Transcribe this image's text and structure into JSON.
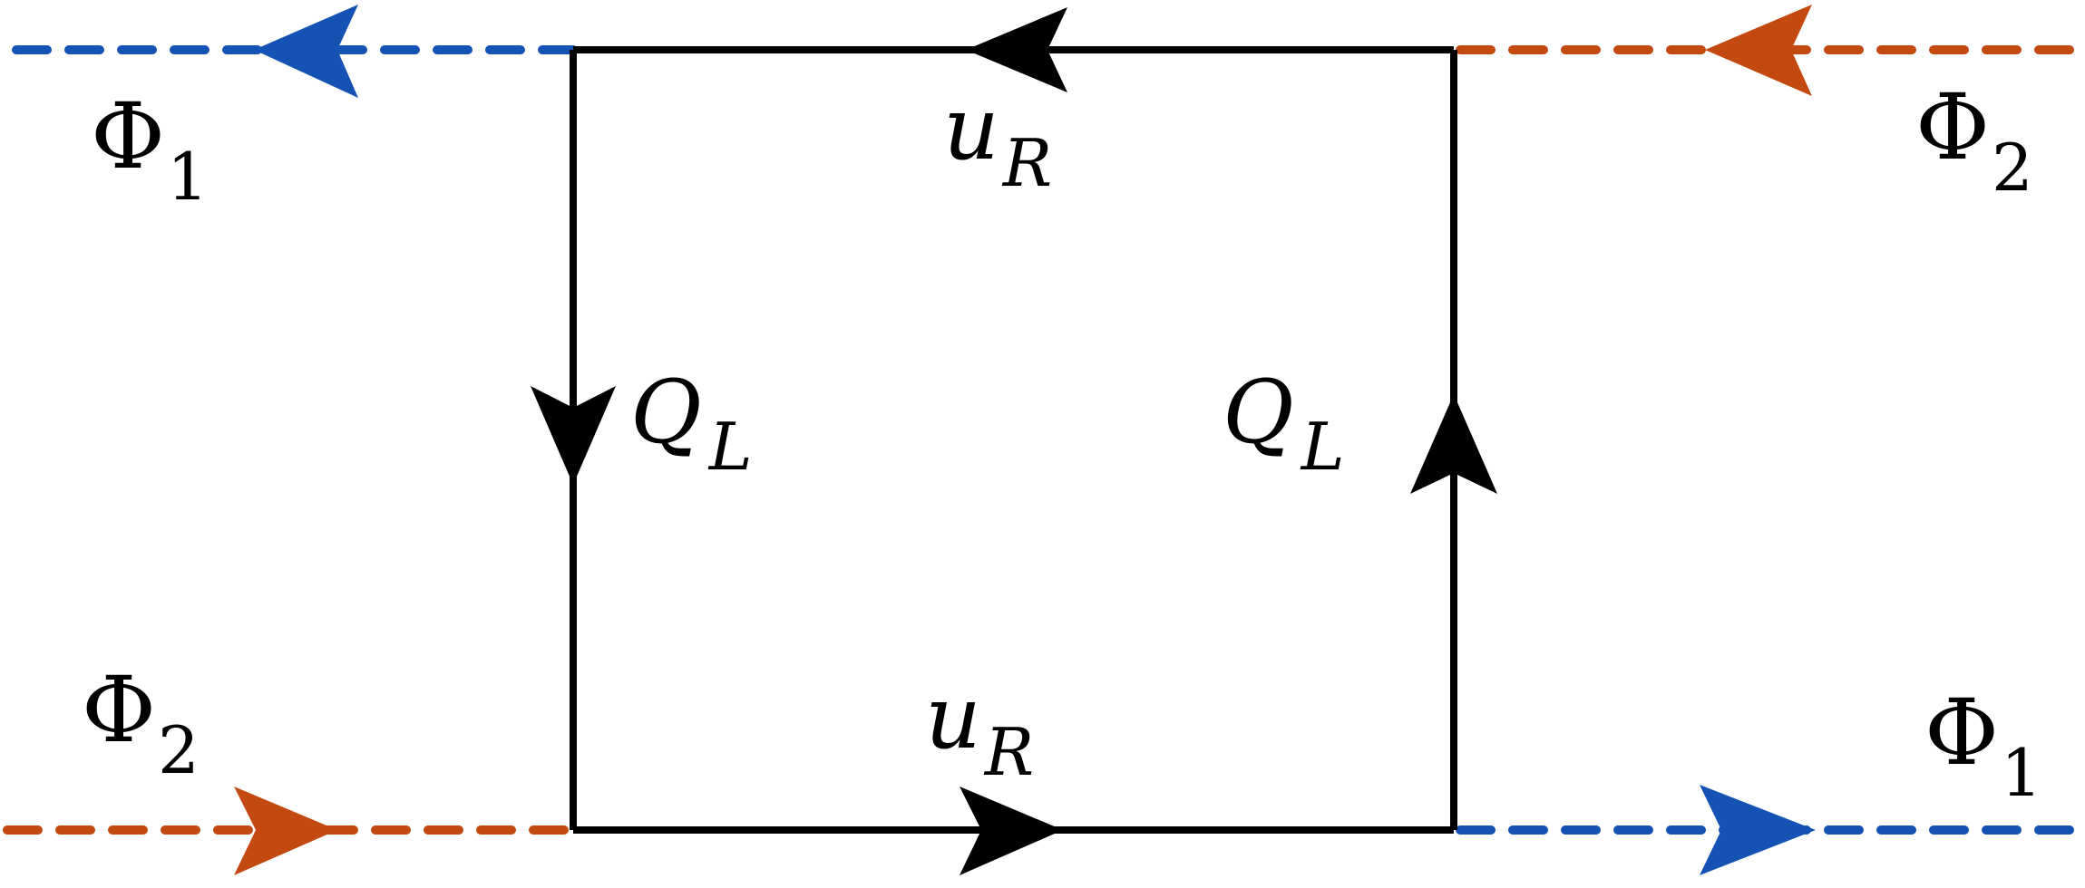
{
  "diagram": {
    "colors": {
      "fermion": "#000000",
      "phi1": "#1452b4",
      "phi2": "#c24a10"
    },
    "lines": {
      "top_left_scalar": {
        "field": "Φ",
        "index": "1"
      },
      "top_right_scalar": {
        "field": "Φ",
        "index": "2"
      },
      "bottom_left_scalar": {
        "field": "Φ",
        "index": "2"
      },
      "bottom_right_scalar": {
        "field": "Φ",
        "index": "1"
      },
      "top_fermion": {
        "field": "u",
        "index": "R"
      },
      "bottom_fermion": {
        "field": "u",
        "index": "R"
      },
      "left_fermion": {
        "field": "Q",
        "index": "L"
      },
      "right_fermion": {
        "field": "Q",
        "index": "L"
      }
    },
    "arrow_icons": [
      "arrow-left-icon",
      "arrow-right-icon",
      "arrow-up-icon",
      "arrow-down-icon"
    ]
  }
}
